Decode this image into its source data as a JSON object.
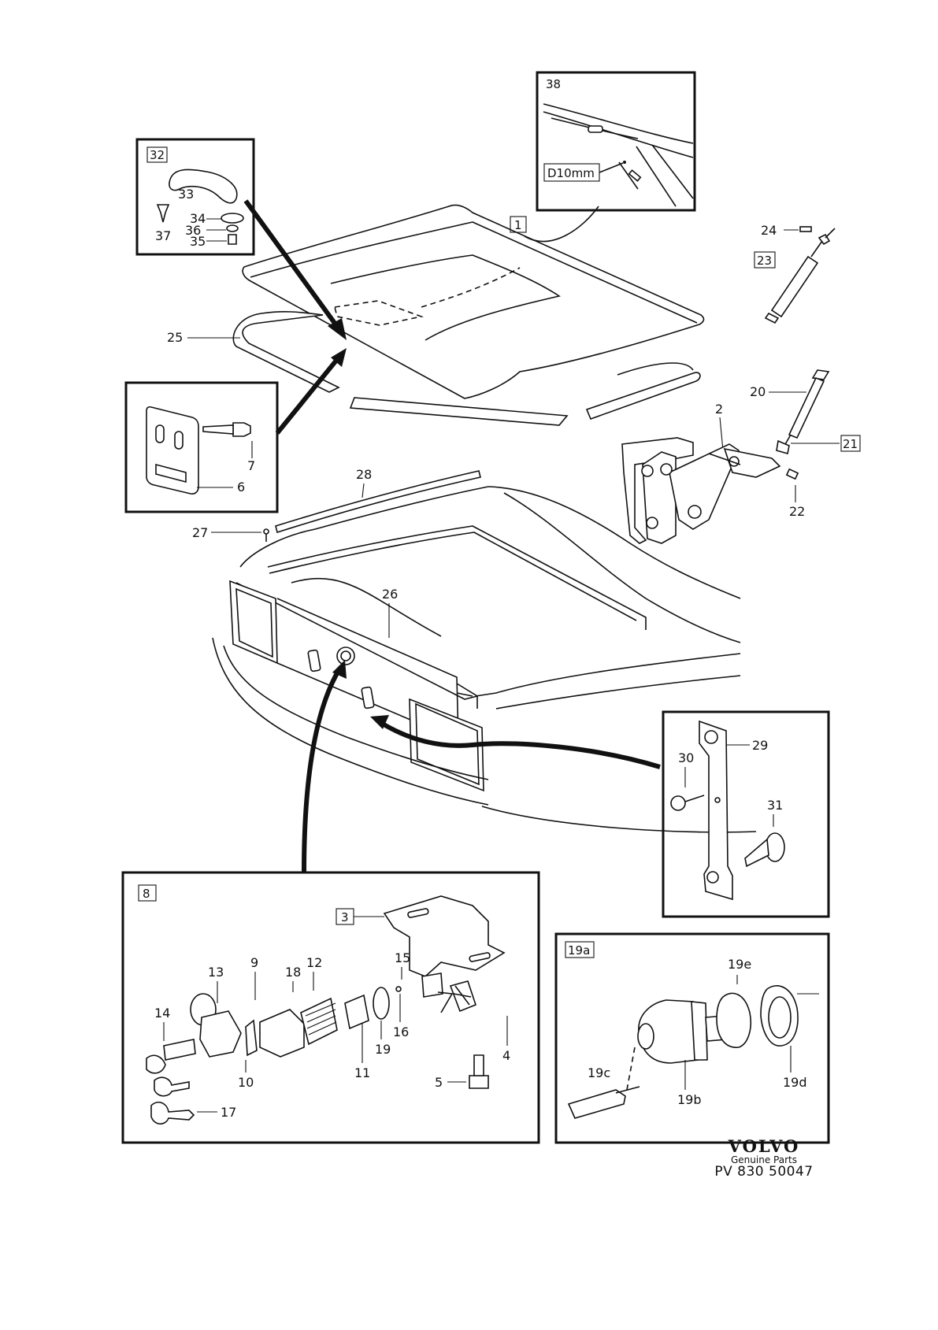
{
  "labels": {
    "l1": "1",
    "l2": "2",
    "l3": "3",
    "l4": "4",
    "l5": "5",
    "l6": "6",
    "l7": "7",
    "l8": "8",
    "l9": "9",
    "l10": "10",
    "l11": "11",
    "l12": "12",
    "l13": "13",
    "l14": "14",
    "l15": "15",
    "l16": "16",
    "l17": "17",
    "l18": "18",
    "l19": "19",
    "l19a": "19a",
    "l19b": "19b",
    "l19c": "19c",
    "l19d": "19d",
    "l19e": "19e",
    "l20": "20",
    "l21": "21",
    "l22": "22",
    "l23": "23",
    "l24": "24",
    "l25": "25",
    "l26": "26",
    "l27": "27",
    "l28": "28",
    "l29": "29",
    "l30": "30",
    "l31": "31",
    "l32": "32",
    "l33": "33",
    "l34": "34",
    "l35": "35",
    "l36": "36",
    "l37": "37",
    "l38": "38",
    "d10": "D10mm"
  },
  "brand": {
    "name": "VOLVO",
    "tagline": "Genuine Parts",
    "code": "PV 830 50047"
  }
}
